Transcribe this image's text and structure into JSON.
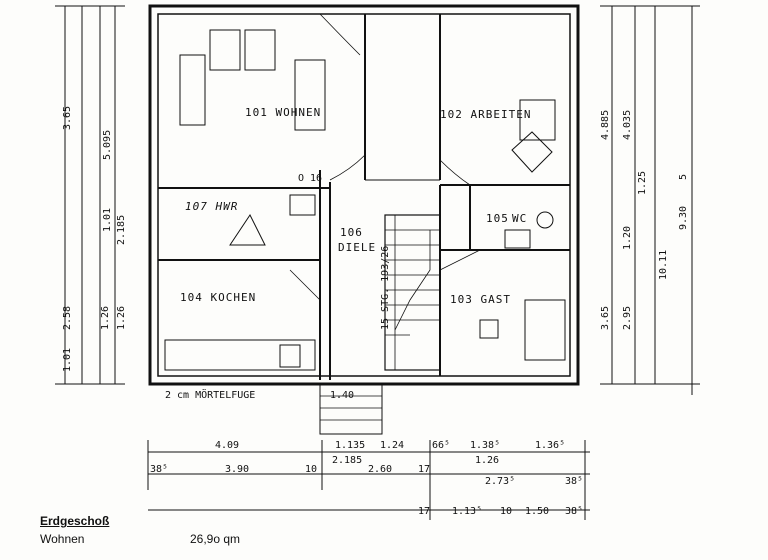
{
  "rooms": {
    "wohnen": "101 WOHNEN",
    "arbeiten": "102 ARBEITEN",
    "gast": "103 GAST",
    "kochen": "104 KOCHEN",
    "wc_number": "105",
    "wc": "WC",
    "diele_number": "106",
    "diele": "DIELE",
    "hwr": "107 HWR"
  },
  "stair_label": "15 STG. 193/26",
  "mortar_joint": "2 cm MÖRTELFUGE",
  "entry_width": "1.40",
  "o16": "O 16",
  "left_dims": [
    "3.65",
    "5.095",
    "2.185",
    "1.01",
    "2.58",
    "1.26",
    "1.01",
    "1.26"
  ],
  "right_dims": [
    "4.885",
    "4.035",
    "1.25",
    "1.20",
    "2.95",
    "3.65",
    "9.30",
    "10.11",
    "5"
  ],
  "bottom_dims_row1": [
    "4.09",
    "1.135",
    "1.24",
    "66⁵",
    "1.38⁵",
    "1.36⁵"
  ],
  "bottom_dims_row2": [
    "38⁵",
    "3.90",
    "10",
    "2.185",
    "2.60",
    "17",
    "1.26",
    "2.73⁵",
    "38⁵"
  ],
  "bottom_dims_row3": [
    "17",
    "1.13⁵",
    "10",
    "1.50",
    "38⁵"
  ],
  "legend": {
    "title": "Erdgeschoß",
    "rows": [
      {
        "label": "Wohnen",
        "value": "26,9o qm"
      }
    ]
  }
}
